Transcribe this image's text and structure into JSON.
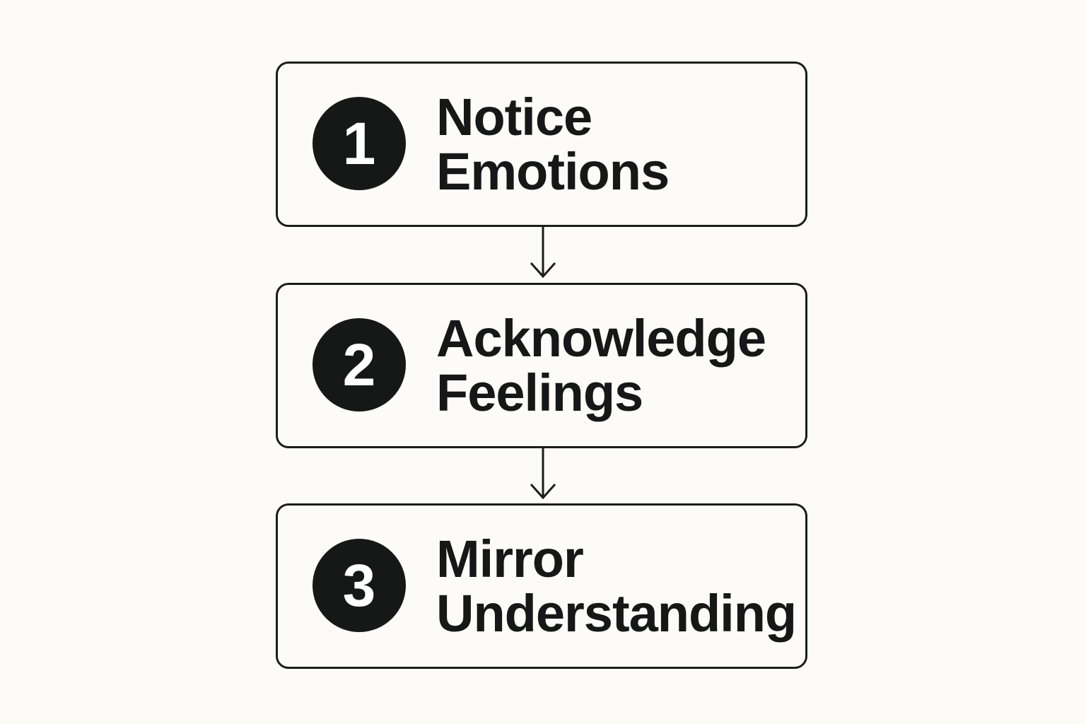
{
  "steps": [
    {
      "number": "1",
      "line1": "Notice",
      "line2": "Emotions"
    },
    {
      "number": "2",
      "line1": "Acknowledge",
      "line2": "Feelings"
    },
    {
      "number": "3",
      "line1": "Mirror",
      "line2": "Understanding"
    }
  ],
  "colors": {
    "background": "#fcfbf7",
    "ink": "#161817",
    "badge_text": "#ffffff"
  },
  "icons": {
    "connector": "arrow-down-icon"
  }
}
